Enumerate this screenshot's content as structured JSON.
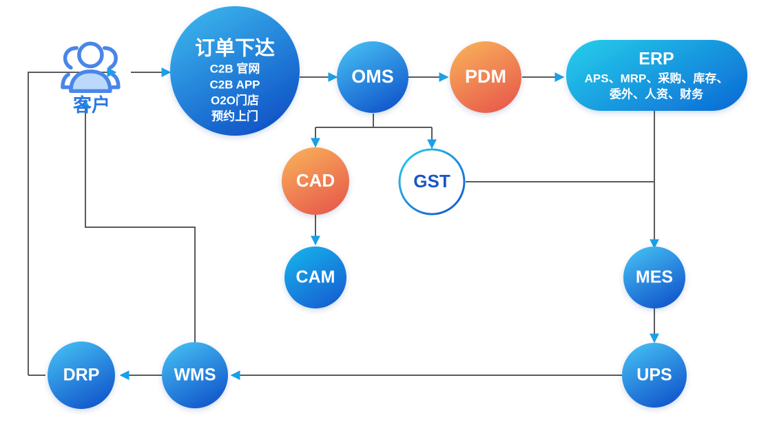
{
  "diagram": {
    "title": "",
    "background": "#ffffff",
    "connector_color": "#58595b",
    "arrow_color": "#18a0e8"
  },
  "nodes": {
    "customer": {
      "label": "客户",
      "icon": "users-group-icon",
      "shape": "icon",
      "text_color": "#2a7ae2"
    },
    "order": {
      "label": "订单下达",
      "shape": "circle",
      "sublines": [
        "C2B 官网",
        "C2B APP",
        "O2O门店",
        "预约上门"
      ],
      "color_from": "#39b4ec",
      "color_to": "#1565cf"
    },
    "oms": {
      "label": "OMS",
      "shape": "circle",
      "color_from": "#3fb9ef",
      "color_to": "#1565cf"
    },
    "pdm": {
      "label": "PDM",
      "shape": "circle",
      "color_from": "#f5a94e",
      "color_to": "#e8604c"
    },
    "erp": {
      "label": "ERP",
      "shape": "pill",
      "sublines": [
        "APS、MRP、采购、库存、",
        "委外、人资、财务"
      ],
      "color_from": "#22c6e8",
      "color_to": "#0f6fd4"
    },
    "cad": {
      "label": "CAD",
      "shape": "circle",
      "color_from": "#f7ab52",
      "color_to": "#e9604d"
    },
    "gst": {
      "label": "GST",
      "shape": "circle-outline",
      "fill": "#ffffff",
      "stroke_from": "#29c1ea",
      "stroke_to": "#1565cf",
      "text_color": "#1a55c8"
    },
    "cam": {
      "label": "CAM",
      "shape": "circle",
      "color_from": "#17b1e8",
      "color_to": "#1565cf"
    },
    "mes": {
      "label": "MES",
      "shape": "circle",
      "color_from": "#43bdf2",
      "color_to": "#1459cc"
    },
    "ups": {
      "label": "UPS",
      "shape": "circle",
      "color_from": "#43bdf2",
      "color_to": "#1459cc"
    },
    "wms": {
      "label": "WMS",
      "shape": "circle",
      "color_from": "#43bdf2",
      "color_to": "#1459cc"
    },
    "drp": {
      "label": "DRP",
      "shape": "circle",
      "color_from": "#43bdf2",
      "color_to": "#1459cc"
    }
  },
  "flow": {
    "edges": [
      {
        "from": "drp-loop",
        "to": "customer"
      },
      {
        "from": "customer",
        "to": "order"
      },
      {
        "from": "order",
        "to": "oms"
      },
      {
        "from": "oms",
        "to": "pdm"
      },
      {
        "from": "pdm",
        "to": "erp"
      },
      {
        "from": "oms",
        "to": "cad"
      },
      {
        "from": "oms",
        "to": "gst"
      },
      {
        "from": "cad",
        "to": "cam"
      },
      {
        "from": "gst",
        "to": "erp-mes-line"
      },
      {
        "from": "erp",
        "to": "mes"
      },
      {
        "from": "mes",
        "to": "ups"
      },
      {
        "from": "ups",
        "to": "wms"
      },
      {
        "from": "wms",
        "to": "drp"
      },
      {
        "from": "wms",
        "to": "customer"
      }
    ]
  }
}
